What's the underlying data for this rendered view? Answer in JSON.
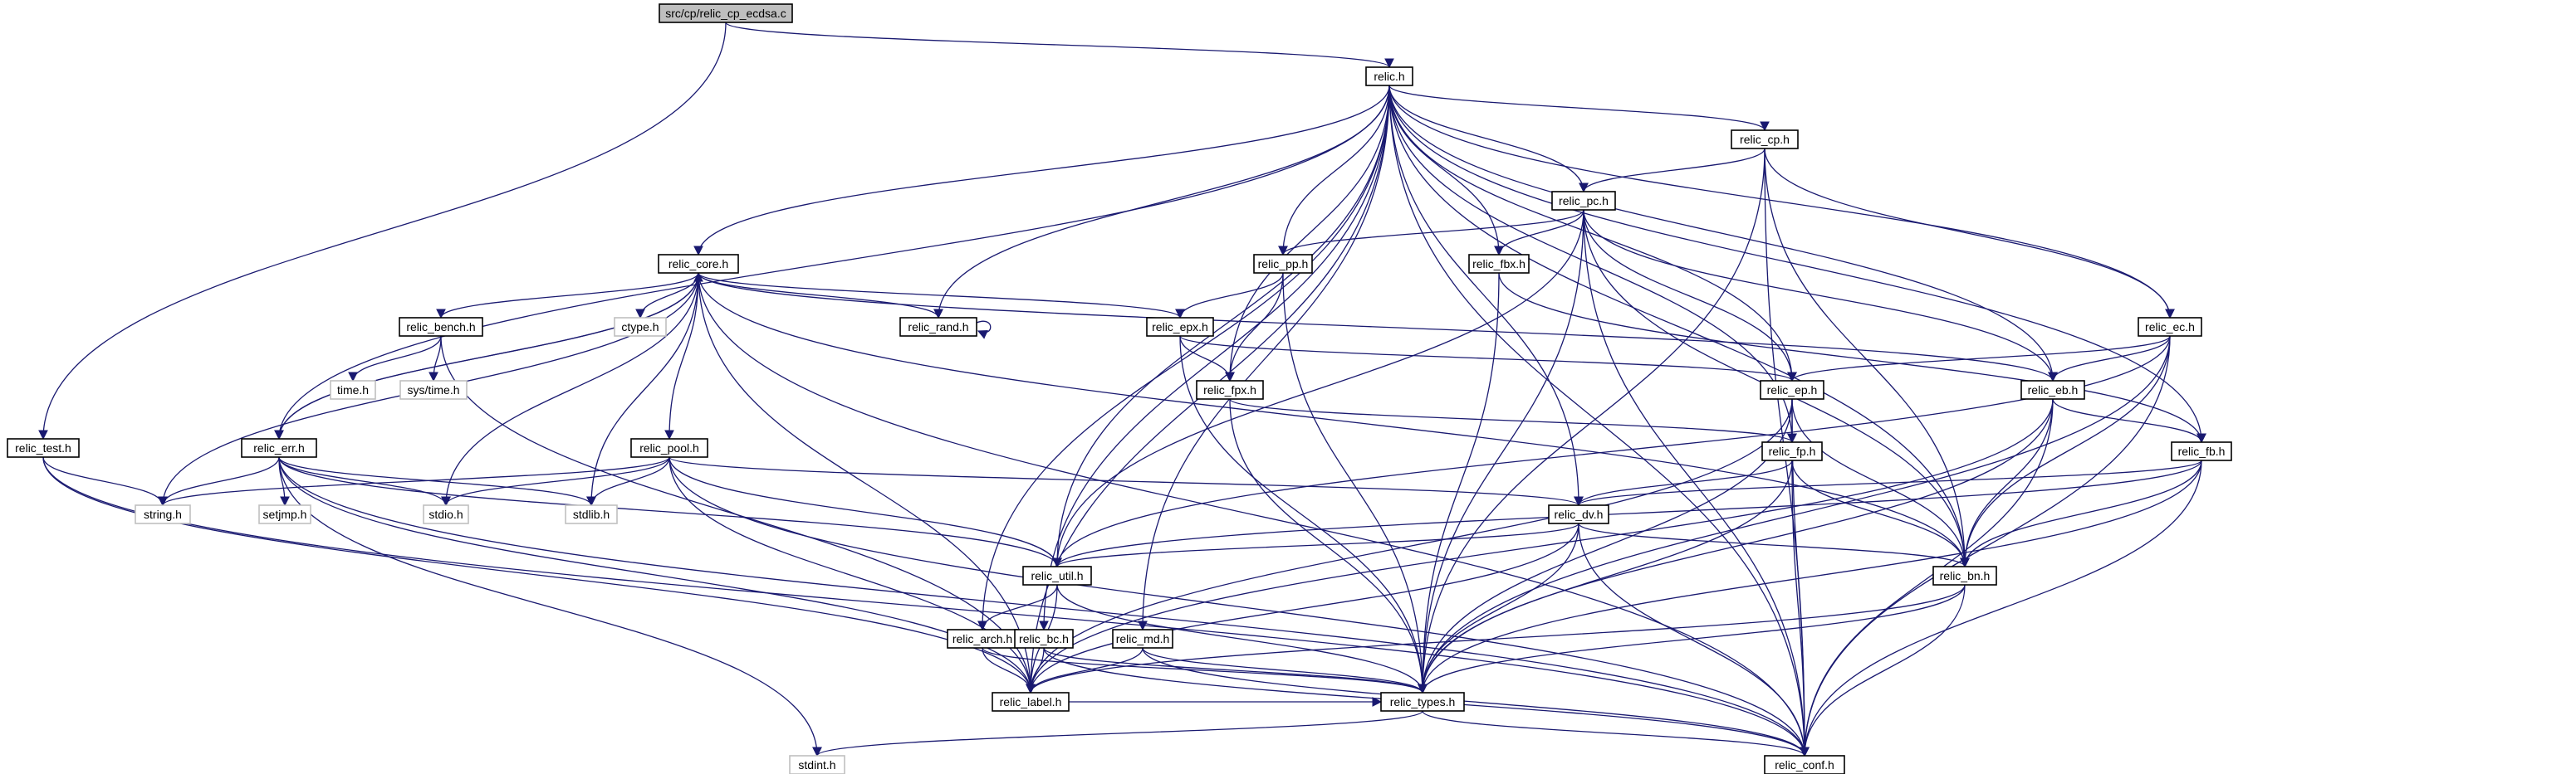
{
  "diagram": {
    "edge_color": "#191970",
    "root_fill": "#bfbfbf",
    "nodes": [
      {
        "id": "root",
        "label": "src/cp/relic_cp_ecdsa.c",
        "kind": "root"
      },
      {
        "id": "relic",
        "label": "relic.h",
        "kind": "file"
      },
      {
        "id": "test",
        "label": "relic_test.h",
        "kind": "file"
      },
      {
        "id": "cp",
        "label": "relic_cp.h",
        "kind": "file"
      },
      {
        "id": "pc",
        "label": "relic_pc.h",
        "kind": "file"
      },
      {
        "id": "core",
        "label": "relic_core.h",
        "kind": "file"
      },
      {
        "id": "pp",
        "label": "relic_pp.h",
        "kind": "file"
      },
      {
        "id": "fbx",
        "label": "relic_fbx.h",
        "kind": "file"
      },
      {
        "id": "ec",
        "label": "relic_ec.h",
        "kind": "file"
      },
      {
        "id": "bench",
        "label": "relic_bench.h",
        "kind": "file"
      },
      {
        "id": "ctype",
        "label": "ctype.h",
        "kind": "external"
      },
      {
        "id": "rand",
        "label": "relic_rand.h",
        "kind": "file"
      },
      {
        "id": "epx",
        "label": "relic_epx.h",
        "kind": "file"
      },
      {
        "id": "time",
        "label": "time.h",
        "kind": "external"
      },
      {
        "id": "systime",
        "label": "sys/time.h",
        "kind": "external"
      },
      {
        "id": "fpx",
        "label": "relic_fpx.h",
        "kind": "file"
      },
      {
        "id": "ep",
        "label": "relic_ep.h",
        "kind": "file"
      },
      {
        "id": "eb",
        "label": "relic_eb.h",
        "kind": "file"
      },
      {
        "id": "err",
        "label": "relic_err.h",
        "kind": "file"
      },
      {
        "id": "pool",
        "label": "relic_pool.h",
        "kind": "file"
      },
      {
        "id": "fp",
        "label": "relic_fp.h",
        "kind": "file"
      },
      {
        "id": "fb",
        "label": "relic_fb.h",
        "kind": "file"
      },
      {
        "id": "string",
        "label": "string.h",
        "kind": "external"
      },
      {
        "id": "setjmp",
        "label": "setjmp.h",
        "kind": "external"
      },
      {
        "id": "stdio",
        "label": "stdio.h",
        "kind": "external"
      },
      {
        "id": "stdlib",
        "label": "stdlib.h",
        "kind": "external"
      },
      {
        "id": "dv",
        "label": "relic_dv.h",
        "kind": "file"
      },
      {
        "id": "util",
        "label": "relic_util.h",
        "kind": "file"
      },
      {
        "id": "bn",
        "label": "relic_bn.h",
        "kind": "file"
      },
      {
        "id": "arch",
        "label": "relic_arch.h",
        "kind": "file"
      },
      {
        "id": "bc",
        "label": "relic_bc.h",
        "kind": "file"
      },
      {
        "id": "md",
        "label": "relic_md.h",
        "kind": "file"
      },
      {
        "id": "label",
        "label": "relic_label.h",
        "kind": "file"
      },
      {
        "id": "types",
        "label": "relic_types.h",
        "kind": "file"
      },
      {
        "id": "stdint",
        "label": "stdint.h",
        "kind": "external"
      },
      {
        "id": "conf",
        "label": "relic_conf.h",
        "kind": "file"
      }
    ],
    "edges": [
      [
        "root",
        "relic"
      ],
      [
        "root",
        "test"
      ],
      [
        "relic",
        "core"
      ],
      [
        "relic",
        "err"
      ],
      [
        "relic",
        "rand"
      ],
      [
        "relic",
        "fpx"
      ],
      [
        "relic",
        "pp"
      ],
      [
        "relic",
        "fbx"
      ],
      [
        "relic",
        "util"
      ],
      [
        "relic",
        "arch"
      ],
      [
        "relic",
        "bc"
      ],
      [
        "relic",
        "md"
      ],
      [
        "relic",
        "dv"
      ],
      [
        "relic",
        "cp"
      ],
      [
        "relic",
        "pc"
      ],
      [
        "relic",
        "ep"
      ],
      [
        "relic",
        "fp"
      ],
      [
        "relic",
        "eb"
      ],
      [
        "relic",
        "fb"
      ],
      [
        "relic",
        "ec"
      ],
      [
        "relic",
        "bn"
      ],
      [
        "relic",
        "label"
      ],
      [
        "relic",
        "conf"
      ],
      [
        "test",
        "string"
      ],
      [
        "test",
        "label"
      ],
      [
        "test",
        "conf"
      ],
      [
        "cp",
        "pc"
      ],
      [
        "cp",
        "ec"
      ],
      [
        "cp",
        "bn"
      ],
      [
        "cp",
        "types"
      ],
      [
        "cp",
        "conf"
      ],
      [
        "pc",
        "pp"
      ],
      [
        "pc",
        "fbx"
      ],
      [
        "pc",
        "ep"
      ],
      [
        "pc",
        "eb"
      ],
      [
        "pc",
        "bn"
      ],
      [
        "pc",
        "types"
      ],
      [
        "pc",
        "conf"
      ],
      [
        "pc",
        "util"
      ],
      [
        "core",
        "err"
      ],
      [
        "core",
        "bench"
      ],
      [
        "core",
        "ctype"
      ],
      [
        "core",
        "rand"
      ],
      [
        "core",
        "epx"
      ],
      [
        "core",
        "pool"
      ],
      [
        "core",
        "string"
      ],
      [
        "core",
        "stdio"
      ],
      [
        "core",
        "stdlib"
      ],
      [
        "core",
        "eb"
      ],
      [
        "core",
        "bn"
      ],
      [
        "core",
        "label"
      ],
      [
        "core",
        "conf"
      ],
      [
        "pp",
        "epx"
      ],
      [
        "pp",
        "fpx"
      ],
      [
        "pp",
        "types"
      ],
      [
        "fbx",
        "fb"
      ],
      [
        "fbx",
        "types"
      ],
      [
        "ec",
        "ep"
      ],
      [
        "ec",
        "eb"
      ],
      [
        "ec",
        "bn"
      ],
      [
        "ec",
        "util"
      ],
      [
        "ec",
        "types"
      ],
      [
        "ec",
        "conf"
      ],
      [
        "bench",
        "time"
      ],
      [
        "bench",
        "systime"
      ],
      [
        "bench",
        "label"
      ],
      [
        "rand",
        "rand"
      ],
      [
        "epx",
        "fpx"
      ],
      [
        "epx",
        "ep"
      ],
      [
        "epx",
        "types"
      ],
      [
        "fpx",
        "fp"
      ],
      [
        "fpx",
        "types"
      ],
      [
        "ep",
        "fp"
      ],
      [
        "ep",
        "bn"
      ],
      [
        "ep",
        "types"
      ],
      [
        "ep",
        "label"
      ],
      [
        "ep",
        "conf"
      ],
      [
        "eb",
        "fb"
      ],
      [
        "eb",
        "bn"
      ],
      [
        "eb",
        "types"
      ],
      [
        "eb",
        "label"
      ],
      [
        "eb",
        "conf"
      ],
      [
        "err",
        "core"
      ],
      [
        "err",
        "string"
      ],
      [
        "err",
        "setjmp"
      ],
      [
        "err",
        "stdio"
      ],
      [
        "err",
        "stdlib"
      ],
      [
        "err",
        "util"
      ],
      [
        "err",
        "label"
      ],
      [
        "err",
        "conf"
      ],
      [
        "err",
        "stdint"
      ],
      [
        "pool",
        "string"
      ],
      [
        "pool",
        "stdio"
      ],
      [
        "pool",
        "stdlib"
      ],
      [
        "pool",
        "dv"
      ],
      [
        "pool",
        "util"
      ],
      [
        "pool",
        "label"
      ],
      [
        "pool",
        "conf"
      ],
      [
        "fp",
        "dv"
      ],
      [
        "fp",
        "bn"
      ],
      [
        "fp",
        "types"
      ],
      [
        "fp",
        "conf"
      ],
      [
        "fb",
        "dv"
      ],
      [
        "fb",
        "bn"
      ],
      [
        "fb",
        "types"
      ],
      [
        "fb",
        "conf"
      ],
      [
        "fb",
        "util"
      ],
      [
        "dv",
        "util"
      ],
      [
        "dv",
        "bn"
      ],
      [
        "dv",
        "types"
      ],
      [
        "dv",
        "label"
      ],
      [
        "dv",
        "conf"
      ],
      [
        "util",
        "arch"
      ],
      [
        "util",
        "types"
      ],
      [
        "util",
        "label"
      ],
      [
        "bn",
        "types"
      ],
      [
        "bn",
        "label"
      ],
      [
        "bn",
        "conf"
      ],
      [
        "arch",
        "label"
      ],
      [
        "arch",
        "types"
      ],
      [
        "bc",
        "label"
      ],
      [
        "bc",
        "types"
      ],
      [
        "bc",
        "conf"
      ],
      [
        "md",
        "label"
      ],
      [
        "md",
        "types"
      ],
      [
        "md",
        "conf"
      ],
      [
        "label",
        "types"
      ],
      [
        "types",
        "stdint"
      ],
      [
        "types",
        "conf"
      ]
    ]
  }
}
